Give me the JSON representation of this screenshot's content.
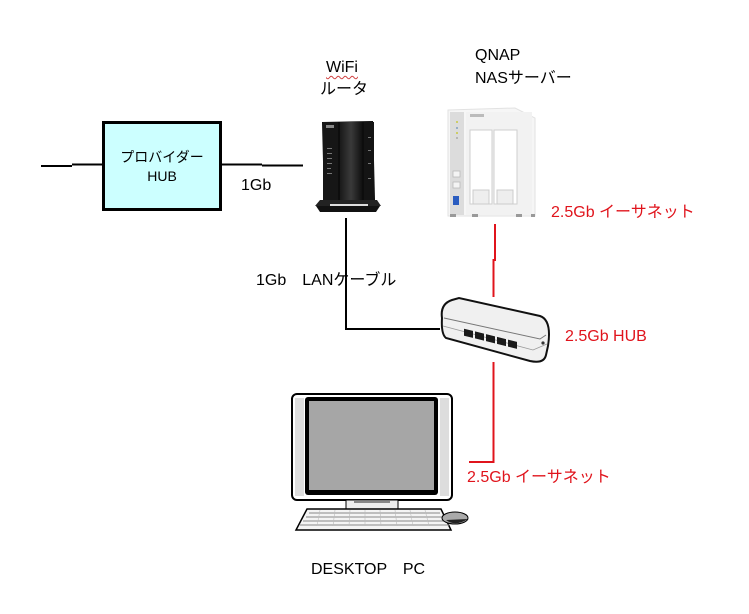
{
  "diagram": {
    "provider_hub": {
      "line1": "プロバイダー",
      "line2": "HUB",
      "fill": "#ccffff"
    },
    "wifi_router": {
      "line1": "WiFi",
      "line2": "ルータ"
    },
    "nas": {
      "line1": "QNAP",
      "line2": "NASサーバー"
    },
    "switch": {
      "label": "2.5Gb HUB"
    },
    "desktop": {
      "label": "DESKTOP　PC"
    },
    "links": {
      "provider_to_router": "1Gb",
      "router_to_switch": "1Gb　LANケーブル",
      "nas_to_switch": "2.5Gb イーサネット",
      "switch_to_desktop": "2.5Gb イーサネット"
    },
    "colors": {
      "lan_1g": "#000000",
      "lan_2_5g": "#e0141c"
    }
  }
}
